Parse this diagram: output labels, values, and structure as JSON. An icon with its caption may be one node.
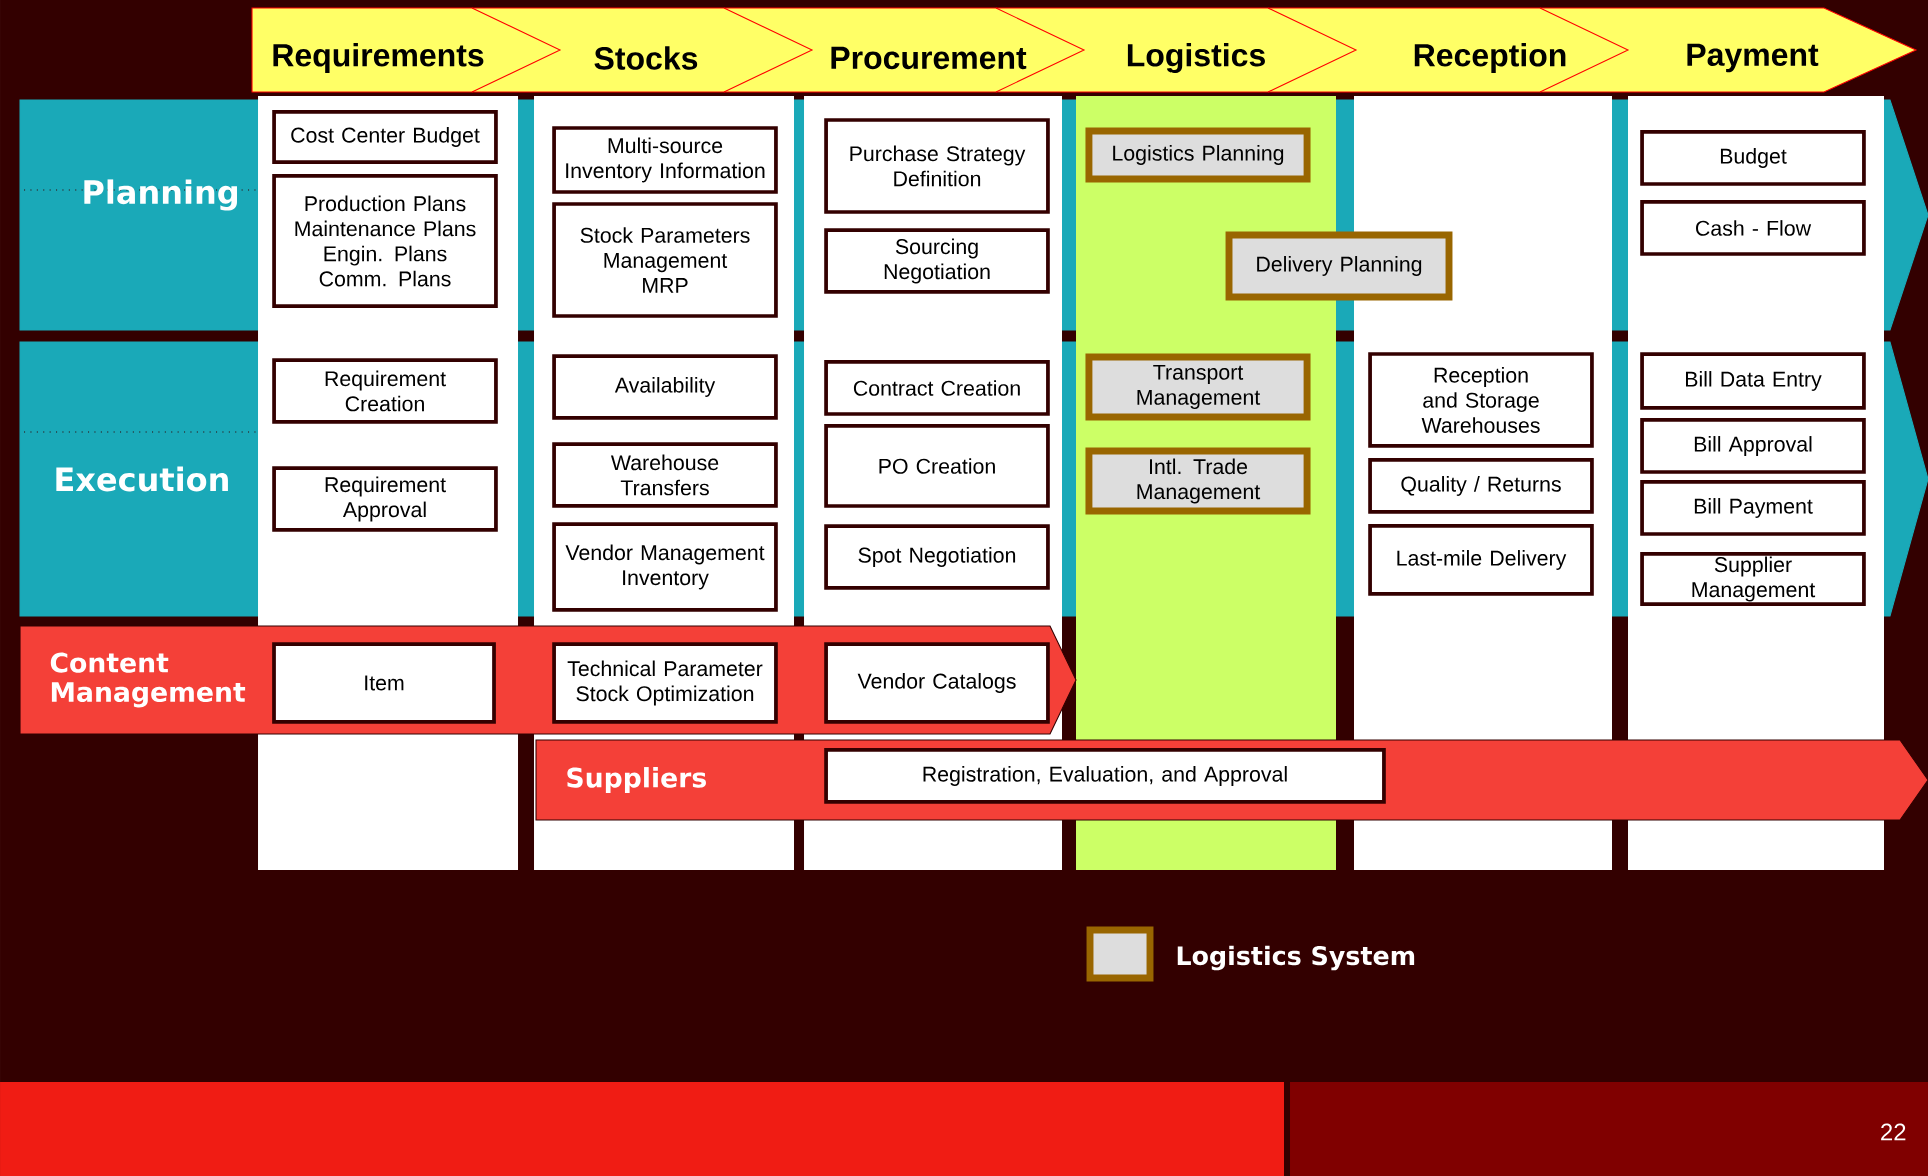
{
  "diagram": {
    "nodes": [
      {
        "text": [
          "Requirements"
        ]
      },
      {
        "text": [
          "Stocks"
        ]
      },
      {
        "text": [
          "Procurement"
        ]
      },
      {
        "text": [
          "Logistics"
        ]
      },
      {
        "text": [
          "Reception"
        ]
      },
      {
        "text": [
          "Payment"
        ]
      },
      {
        "text": [
          "Planning"
        ]
      },
      {
        "text": [
          "Execution"
        ]
      },
      {
        "text": [
          "Content Management"
        ]
      },
      {
        "text": [
          "Suppliers"
        ]
      },
      {
        "text": [
          "Cost Center Budget"
        ],
        "in": 6
      },
      {
        "text": [
          "Production Plans Maintenance Plans Engin. Plans Comm. Plans"
        ],
        "in": 6
      },
      {
        "text": [
          "Requirement Creation"
        ],
        "in": 7
      },
      {
        "text": [
          "Requirement Approval"
        ],
        "in": 7
      },
      {
        "text": [
          "Item"
        ],
        "in": 8
      },
      {
        "text": [
          "Multi-source Inventory Information"
        ],
        "in": 6
      },
      {
        "text": [
          "Stock Parameters Management MRP"
        ],
        "in": 6
      },
      {
        "text": [
          "Availability"
        ],
        "in": 7
      },
      {
        "text": [
          "Warehouse Transfers"
        ],
        "in": 7
      },
      {
        "text": [
          "Vendor Management Inventory"
        ],
        "in": 7
      },
      {
        "text": [
          "Technical Parameter Stock Optimization"
        ],
        "in": 8
      },
      {
        "text": [
          "Purchase Strategy Definition"
        ],
        "in": 6
      },
      {
        "text": [
          "Sourcing Negotiation"
        ],
        "in": 6
      },
      {
        "text": [
          "Contract Creation"
        ],
        "in": 7
      },
      {
        "text": [
          "PO Creation"
        ],
        "in": 7
      },
      {
        "text": [
          "Spot Negotiation"
        ],
        "in": 7
      },
      {
        "text": [
          "Vendor Catalogs"
        ],
        "in": 8
      },
      {
        "text": [
          "Registration, Evaluation, and Approval"
        ],
        "in": 9
      },
      {
        "text": [
          "Logistics Planning"
        ],
        "in": 6
      },
      {
        "text": [
          "Delivery Planning"
        ],
        "in": 6
      },
      {
        "text": [
          "Transport Management"
        ],
        "in": 7
      },
      {
        "text": [
          "Intl. Trade Management"
        ],
        "in": 7
      },
      {
        "text": [
          "Reception and Storage Warehouses"
        ],
        "in": 7
      },
      {
        "text": [
          "Quality / Returns"
        ],
        "in": 7
      },
      {
        "text": [
          "Last-mile Delivery"
        ],
        "in": 7
      },
      {
        "text": [
          "Budget"
        ],
        "in": 6
      },
      {
        "text": [
          "Cash - Flow"
        ],
        "in": 6
      },
      {
        "text": [
          "Bill Data Entry"
        ],
        "in": 7
      },
      {
        "text": [
          "Bill Approval"
        ],
        "in": 7
      },
      {
        "text": [
          "Bill Payment"
        ],
        "in": 7
      },
      {
        "text": [
          "Supplier Management"
        ],
        "in": 7
      }
    ],
    "labels": [
      "22"
    ],
    "legend": [
      {
        "text": "Logistics System"
      }
    ]
  }
}
